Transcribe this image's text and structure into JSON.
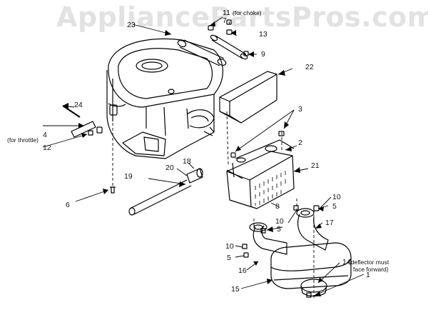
{
  "watermark": "AppliancePartsPros.com",
  "notes": {
    "throttle": "(for throttle)",
    "deflector_line1": "(deflector must",
    "deflector_line2": "face forward)",
    "choke": "(for choke)"
  },
  "callouts": {
    "c1": "1",
    "c2": "2",
    "c3": "3",
    "c4": "4",
    "c5a": "5",
    "c5b": "5",
    "c5c": "5",
    "c6": "6",
    "c7": "7",
    "c8": "8",
    "c9": "9",
    "c10a": "10",
    "c10b": "10",
    "c10c": "10",
    "c11": "11",
    "c12": "12",
    "c13": "13",
    "c14": "14",
    "c15": "15",
    "c16": "16",
    "c17": "17",
    "c18": "18",
    "c19": "19",
    "c20": "20",
    "c21": "21",
    "c22": "22",
    "c23": "23",
    "c24": "24"
  }
}
